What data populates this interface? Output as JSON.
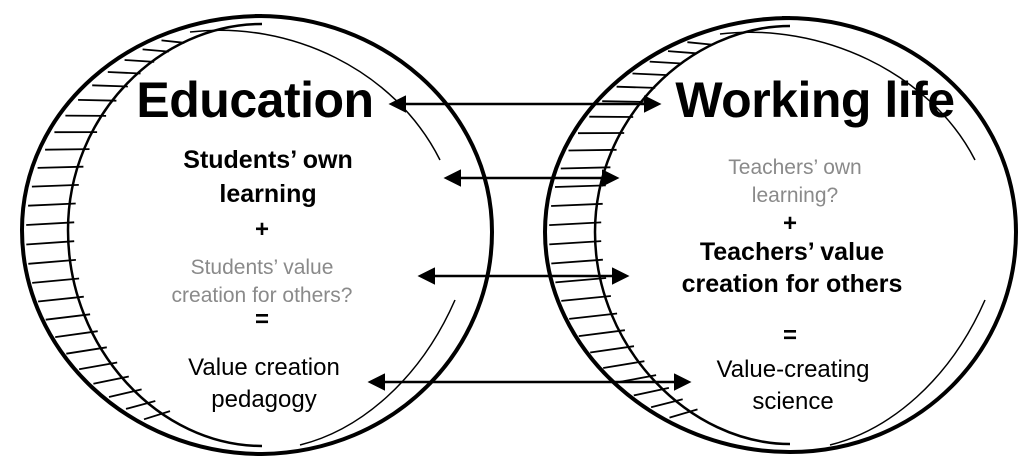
{
  "left": {
    "title": "Education",
    "line1": "Students’ own",
    "line2": "learning",
    "plus": "+",
    "grey1": "Students’ value",
    "grey2": "creation for others?",
    "equals": "=",
    "result1": "Value creation",
    "result2": "pedagogy"
  },
  "right": {
    "title": "Working life",
    "grey1": "Teachers’ own",
    "grey2": "learning?",
    "plus": "+",
    "line1": "Teachers’ value",
    "line2": "creation for others",
    "equals": "=",
    "result1": "Value-creating",
    "result2": "science"
  }
}
